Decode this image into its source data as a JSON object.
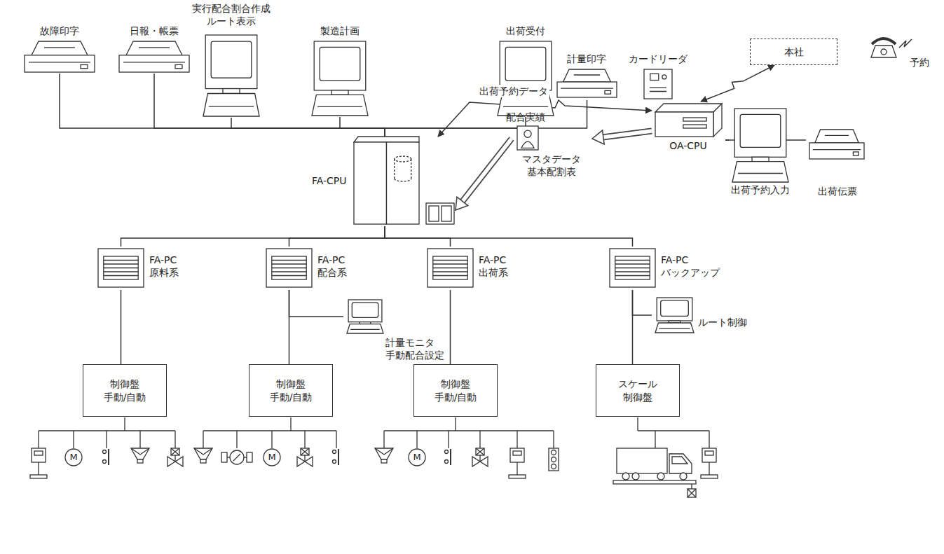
{
  "diagram": {
    "nodes": [
      {
        "text": [
          "故障印字"
        ]
      },
      {
        "text": [
          "日報・帳票"
        ]
      },
      {
        "text": [
          "実行配合割合作成 ルート表示"
        ]
      },
      {
        "text": [
          "製造計画"
        ]
      },
      {
        "text": [
          "出荷受付"
        ]
      },
      {
        "text": [
          "計量印字"
        ]
      },
      {
        "text": [
          "カードリーダ"
        ]
      },
      {
        "text": [
          "本社"
        ]
      },
      {
        "text": [
          "FA-CPU"
        ]
      },
      {
        "text": [
          "マスタデータ 基本配割表"
        ]
      },
      {
        "text": [
          "OA-CPU"
        ]
      },
      {
        "text": [
          "出荷予約入力"
        ]
      },
      {
        "text": [
          "出荷伝票"
        ]
      },
      {
        "text": [
          "FA-PC 原料系"
        ]
      },
      {
        "text": [
          "FA-PC 配合系"
        ]
      },
      {
        "text": [
          "FA-PC 出荷系"
        ]
      },
      {
        "text": [
          "FA-PC バックアップ"
        ]
      },
      {
        "text": [
          "計量モニタ 手動配合設定"
        ]
      },
      {
        "text": [
          "ルート制御"
        ]
      },
      {
        "text": [
          "制御盤",
          "手動/自動"
        ]
      },
      {
        "text": [
          "制御盤",
          "手動/自動"
        ]
      },
      {
        "text": [
          "制御盤",
          "手動/自動"
        ]
      },
      {
        "text": [
          "スケール",
          "制御盤"
        ]
      }
    ],
    "edges": [
      {
        "from": 0,
        "to": 8,
        "arrow": "none"
      },
      {
        "from": 1,
        "to": 8,
        "arrow": "none"
      },
      {
        "from": 2,
        "to": 8,
        "arrow": "none"
      },
      {
        "from": 3,
        "to": 8,
        "arrow": "none"
      },
      {
        "from": 4,
        "to": 8,
        "arrow": "none"
      },
      {
        "from": 5,
        "to": 8,
        "arrow": "none"
      },
      {
        "from": 10,
        "to": 8,
        "label": "出荷予約データ",
        "arrow": "both"
      },
      {
        "from": 7,
        "to": 10,
        "arrow": "both"
      },
      {
        "from": 10,
        "to": 9,
        "arrow": "to"
      },
      {
        "from": 9,
        "to": 8,
        "arrow": "to"
      },
      {
        "from": 10,
        "to": 11,
        "arrow": "none"
      },
      {
        "from": 10,
        "to": 12,
        "arrow": "none"
      },
      {
        "from": 8,
        "to": 13,
        "arrow": "none"
      },
      {
        "from": 8,
        "to": 14,
        "arrow": "none"
      },
      {
        "from": 8,
        "to": 15,
        "arrow": "none"
      },
      {
        "from": 8,
        "to": 16,
        "arrow": "none"
      },
      {
        "from": 14,
        "to": 17,
        "arrow": "none"
      },
      {
        "from": 16,
        "to": 18,
        "arrow": "none"
      },
      {
        "from": 13,
        "to": 19,
        "arrow": "none"
      },
      {
        "from": 14,
        "to": 20,
        "arrow": "none"
      },
      {
        "from": 15,
        "to": 21,
        "arrow": "none"
      },
      {
        "from": 16,
        "to": 22,
        "arrow": "none"
      }
    ],
    "labels": [
      "予約",
      "配合実績",
      "M",
      "M",
      "M"
    ]
  }
}
